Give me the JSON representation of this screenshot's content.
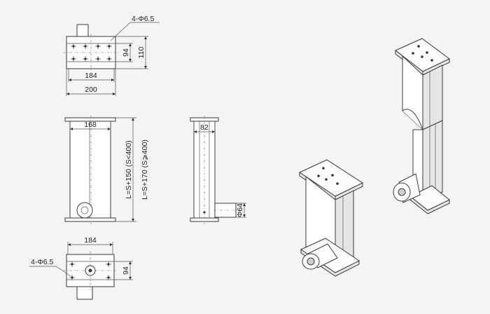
{
  "drawing": {
    "top_view": {
      "hole_callout": "4-Φ6.5",
      "dim_inner_height": "94",
      "dim_outer_height": "110",
      "dim_inner_width": "184",
      "dim_outer_width": "200"
    },
    "front_view": {
      "dim_body_width": "168",
      "dim_length_short": "L=S+150 (S<400)",
      "dim_length_long": "L=S+170 (S⩾400)"
    },
    "side_view": {
      "dim_depth": "82",
      "dim_motor_diameter": "Φ64"
    },
    "bottom_view": {
      "hole_callout": "4-Φ6.5",
      "dim_width": "184",
      "dim_height": "94"
    }
  }
}
